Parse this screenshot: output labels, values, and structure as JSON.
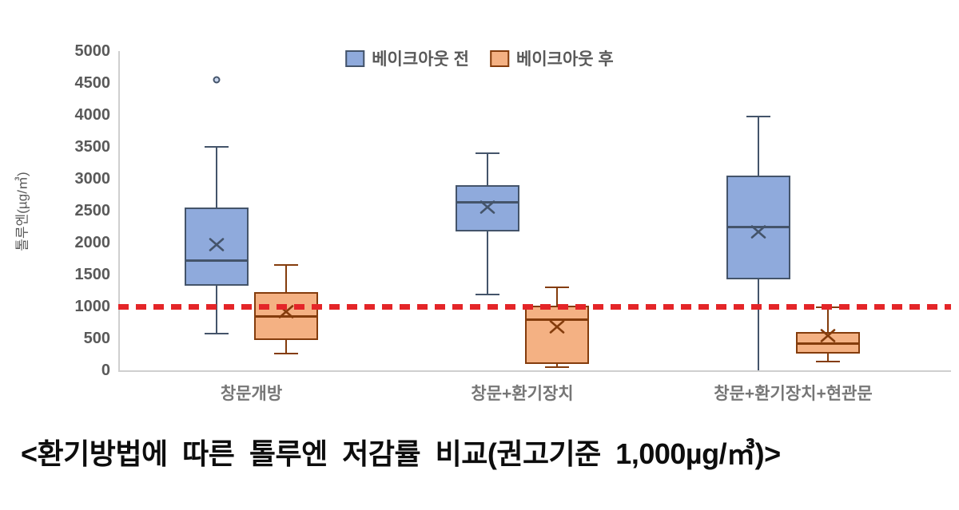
{
  "caption": "<환기방법에 따른 톨루엔 저감률 비교(권고기준 1,000µg/㎥)>",
  "chart_data": {
    "type": "boxplot",
    "ylabel": "톨루엔(µg/㎥)",
    "ylim": [
      0,
      5000
    ],
    "ytick_step": 500,
    "grid": false,
    "legend_position": "top-center",
    "categories": [
      "창문개방",
      "창문+환기장치",
      "창문+환기장치+현관문"
    ],
    "reference_line": {
      "value": 1000,
      "color": "#E42528",
      "style": "dotted",
      "meaning": "권고기준 1,000µg/㎥"
    },
    "series": [
      {
        "name": "베이크아웃 전",
        "fill": "#8FAADC",
        "border": "#44546A",
        "boxes": [
          {
            "category": "창문개방",
            "min": 580,
            "q1": 1320,
            "median": 1720,
            "q3": 2550,
            "max": 3500,
            "mean": 1940,
            "outliers": [
              4550
            ]
          },
          {
            "category": "창문+환기장치",
            "min": 1190,
            "q1": 2170,
            "median": 2630,
            "q3": 2900,
            "max": 3400,
            "mean": 2530,
            "outliers": []
          },
          {
            "category": "창문+환기장치+현관문",
            "min": 0,
            "q1": 1420,
            "median": 2250,
            "q3": 3050,
            "max": 3980,
            "mean": 2140,
            "outliers": []
          }
        ]
      },
      {
        "name": "베이크아웃 후",
        "fill": "#F4B183",
        "border": "#843C0C",
        "boxes": [
          {
            "category": "창문개방",
            "min": 260,
            "q1": 470,
            "median": 850,
            "q3": 1220,
            "max": 1650,
            "mean": 890,
            "outliers": []
          },
          {
            "category": "창문+환기장치",
            "min": 50,
            "q1": 100,
            "median": 790,
            "q3": 1010,
            "max": 1300,
            "mean": 650,
            "outliers": []
          },
          {
            "category": "창문+환기장치+현관문",
            "min": 140,
            "q1": 260,
            "median": 420,
            "q3": 600,
            "max": 990,
            "mean": 510,
            "outliers": []
          }
        ]
      }
    ]
  }
}
